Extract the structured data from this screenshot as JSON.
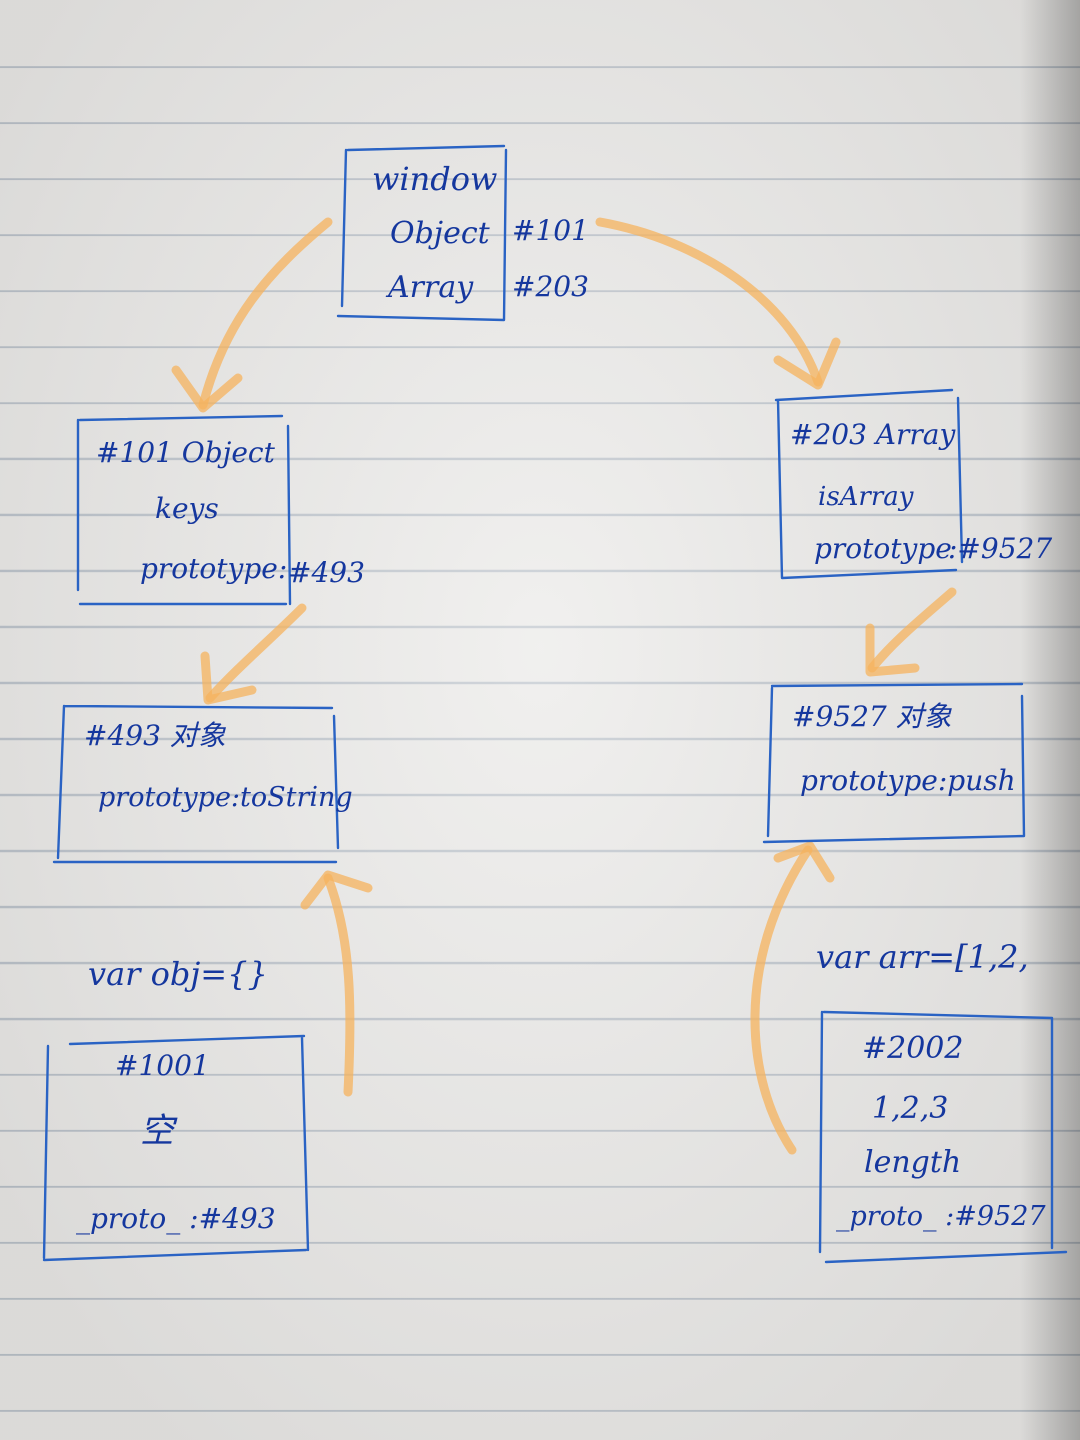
{
  "window_box": {
    "title": "window",
    "object_field": "Object",
    "array_field": "Array",
    "object_ref": "#101",
    "array_ref": "#203"
  },
  "object_box": {
    "title": "#101 Object",
    "keys": "keys",
    "prototype": "prototype:",
    "prototype_ref": "#493"
  },
  "array_box": {
    "title": "#203 Array",
    "method": "isArray",
    "prototype": "prototype",
    "prototype_ref": ":#9527"
  },
  "obj_proto_box": {
    "title": "#493 对象",
    "prototype": "prototype:toString"
  },
  "arr_proto_box": {
    "title": "#9527 对象",
    "prototype": "prototype:push"
  },
  "obj_decl": "var obj={}",
  "obj_instance": {
    "id": "#1001",
    "content": "空",
    "proto": "_proto_ :#493"
  },
  "arr_decl": "var arr=[1,2,",
  "arr_instance": {
    "id": "#2002",
    "values": "1,2,3",
    "length": "length",
    "proto": "_proto_ :#9527"
  },
  "colors": {
    "ink": "#15379e",
    "box_line": "#2a63c4",
    "arrow": "#f6b35e"
  }
}
